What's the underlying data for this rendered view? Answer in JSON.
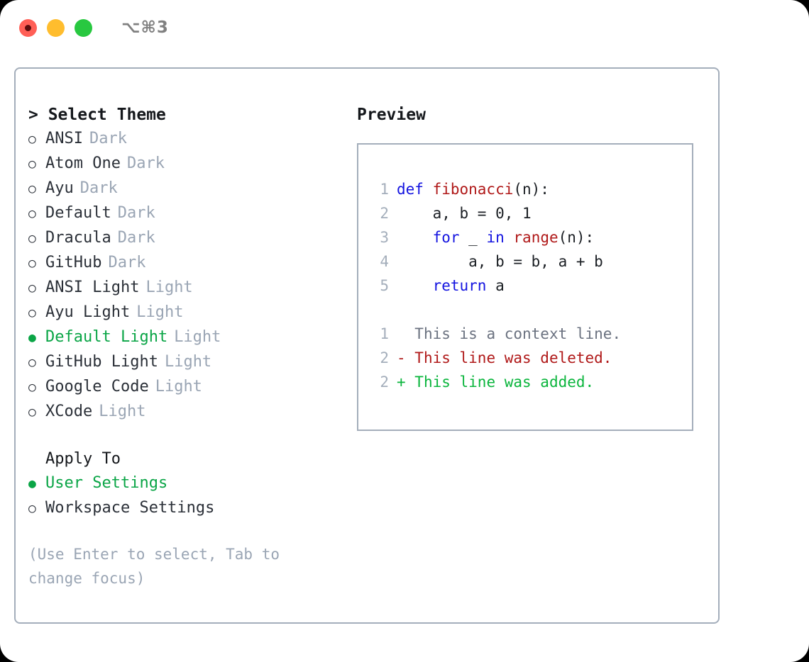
{
  "window": {
    "title": "⌥⌘3",
    "traffic_lights": [
      "close-red",
      "minimize-yellow",
      "zoom-green"
    ]
  },
  "colors": {
    "accent_green": "#0aa546",
    "muted": "#9aa5b4",
    "border": "#a4aebb",
    "text": "#2b3038",
    "keyword_blue": "#1414e0",
    "function_red": "#b01919",
    "diff_add_green": "#0ab53c",
    "diff_del_red": "#b01919"
  },
  "left": {
    "header": "> Select Theme",
    "themes": [
      {
        "bullet": "○",
        "name": "ANSI",
        "kind": "Dark",
        "selected": false
      },
      {
        "bullet": "○",
        "name": "Atom One",
        "kind": "Dark",
        "selected": false
      },
      {
        "bullet": "○",
        "name": "Ayu",
        "kind": "Dark",
        "selected": false
      },
      {
        "bullet": "○",
        "name": "Default",
        "kind": "Dark",
        "selected": false
      },
      {
        "bullet": "○",
        "name": "Dracula",
        "kind": "Dark",
        "selected": false
      },
      {
        "bullet": "○",
        "name": "GitHub",
        "kind": "Dark",
        "selected": false
      },
      {
        "bullet": "○",
        "name": "ANSI Light",
        "kind": "Light",
        "selected": false
      },
      {
        "bullet": "○",
        "name": "Ayu Light",
        "kind": "Light",
        "selected": false
      },
      {
        "bullet": "●",
        "name": "Default Light",
        "kind": "Light",
        "selected": true
      },
      {
        "bullet": "○",
        "name": "GitHub Light",
        "kind": "Light",
        "selected": false
      },
      {
        "bullet": "○",
        "name": "Google Code",
        "kind": "Light",
        "selected": false
      },
      {
        "bullet": "○",
        "name": "XCode",
        "kind": "Light",
        "selected": false
      }
    ],
    "apply_to": {
      "title": "Apply To",
      "options": [
        {
          "bullet": "●",
          "label": "User Settings",
          "selected": true
        },
        {
          "bullet": "○",
          "label": "Workspace Settings",
          "selected": false
        }
      ]
    },
    "hint": "(Use Enter to select, Tab to change focus)"
  },
  "right": {
    "title": "Preview",
    "code_lines": [
      {
        "no": "1",
        "segments": [
          {
            "text": "def ",
            "style": "kw"
          },
          {
            "text": "fibonacci",
            "style": "fn"
          },
          {
            "text": "(n):",
            "style": "plain"
          }
        ]
      },
      {
        "no": "2",
        "segments": [
          {
            "text": "    a, b = 0, 1",
            "style": "plain"
          }
        ]
      },
      {
        "no": "3",
        "segments": [
          {
            "text": "    ",
            "style": "plain"
          },
          {
            "text": "for",
            "style": "kw"
          },
          {
            "text": " _ ",
            "style": "plain"
          },
          {
            "text": "in",
            "style": "kw"
          },
          {
            "text": " ",
            "style": "plain"
          },
          {
            "text": "range",
            "style": "fn"
          },
          {
            "text": "(n):",
            "style": "plain"
          }
        ]
      },
      {
        "no": "4",
        "segments": [
          {
            "text": "        a, b = b, a + b",
            "style": "plain"
          }
        ]
      },
      {
        "no": "5",
        "segments": [
          {
            "text": "    ",
            "style": "plain"
          },
          {
            "text": "return",
            "style": "kw"
          },
          {
            "text": " a",
            "style": "plain"
          }
        ]
      }
    ],
    "diff_lines": [
      {
        "no": "1",
        "marker": "  ",
        "text": "This is a context line.",
        "kind": "context"
      },
      {
        "no": "2",
        "marker": "- ",
        "text": "This line was deleted.",
        "kind": "deleted"
      },
      {
        "no": "2",
        "marker": "+ ",
        "text": "This line was added.",
        "kind": "added"
      }
    ]
  }
}
